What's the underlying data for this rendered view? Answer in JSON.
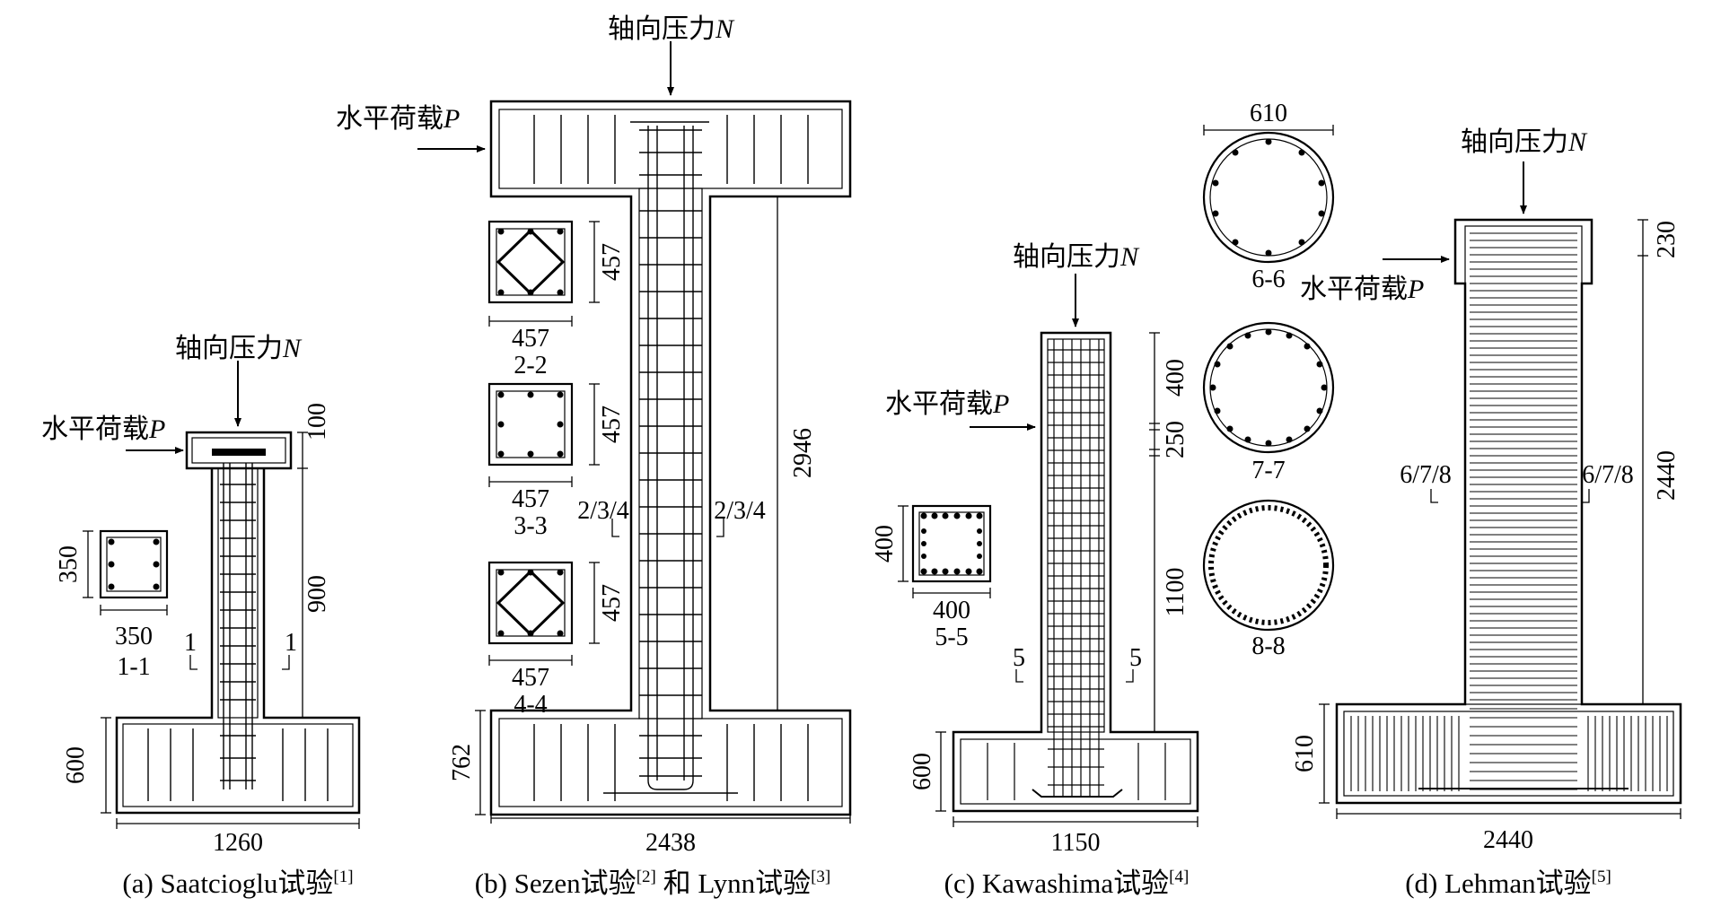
{
  "labels": {
    "axial_force": "轴向压力",
    "axial_force_symbol": "N",
    "lateral_load": "水平荷载",
    "lateral_load_symbol": "P"
  },
  "specimens": [
    {
      "caption": "(a) Saatcioglu试验",
      "ref": "[1]",
      "dims": {
        "width": "1260",
        "base_height": "600",
        "column_height": "900",
        "cap_height": "100",
        "section_w": "350",
        "section_h": "350"
      },
      "cut_marker": "1",
      "section_label": "1-1"
    },
    {
      "caption": "(b) Sezen试验",
      "ref": "[2]",
      "caption_mid": " 和 Lynn试验",
      "ref2": "[3]",
      "dims": {
        "width": "2438",
        "base_height": "762",
        "column_height": "2946",
        "s22_w": "457",
        "s22_h": "457",
        "s33_w": "457",
        "s33_h": "457",
        "s44_w": "457",
        "s44_h": "457"
      },
      "cut_marker": "2/3/4",
      "section_labels": [
        "2-2",
        "3-3",
        "4-4"
      ]
    },
    {
      "caption": "(c) Kawashima试验",
      "ref": "[4]",
      "dims": {
        "width": "1150",
        "base_height": "600",
        "seg1": "400",
        "seg2": "250",
        "seg3": "1100",
        "section_w": "400",
        "section_h": "400"
      },
      "cut_marker": "5",
      "section_label": "5-5"
    },
    {
      "caption": "(d) Lehman试验",
      "ref": "[5]",
      "dims": {
        "width": "2440",
        "base_height": "610",
        "column_height": "2440",
        "cap_height": "230",
        "circle_diameter": "610"
      },
      "cut_marker": "6/7/8",
      "section_labels": [
        "6-6",
        "7-7",
        "8-8"
      ]
    }
  ]
}
